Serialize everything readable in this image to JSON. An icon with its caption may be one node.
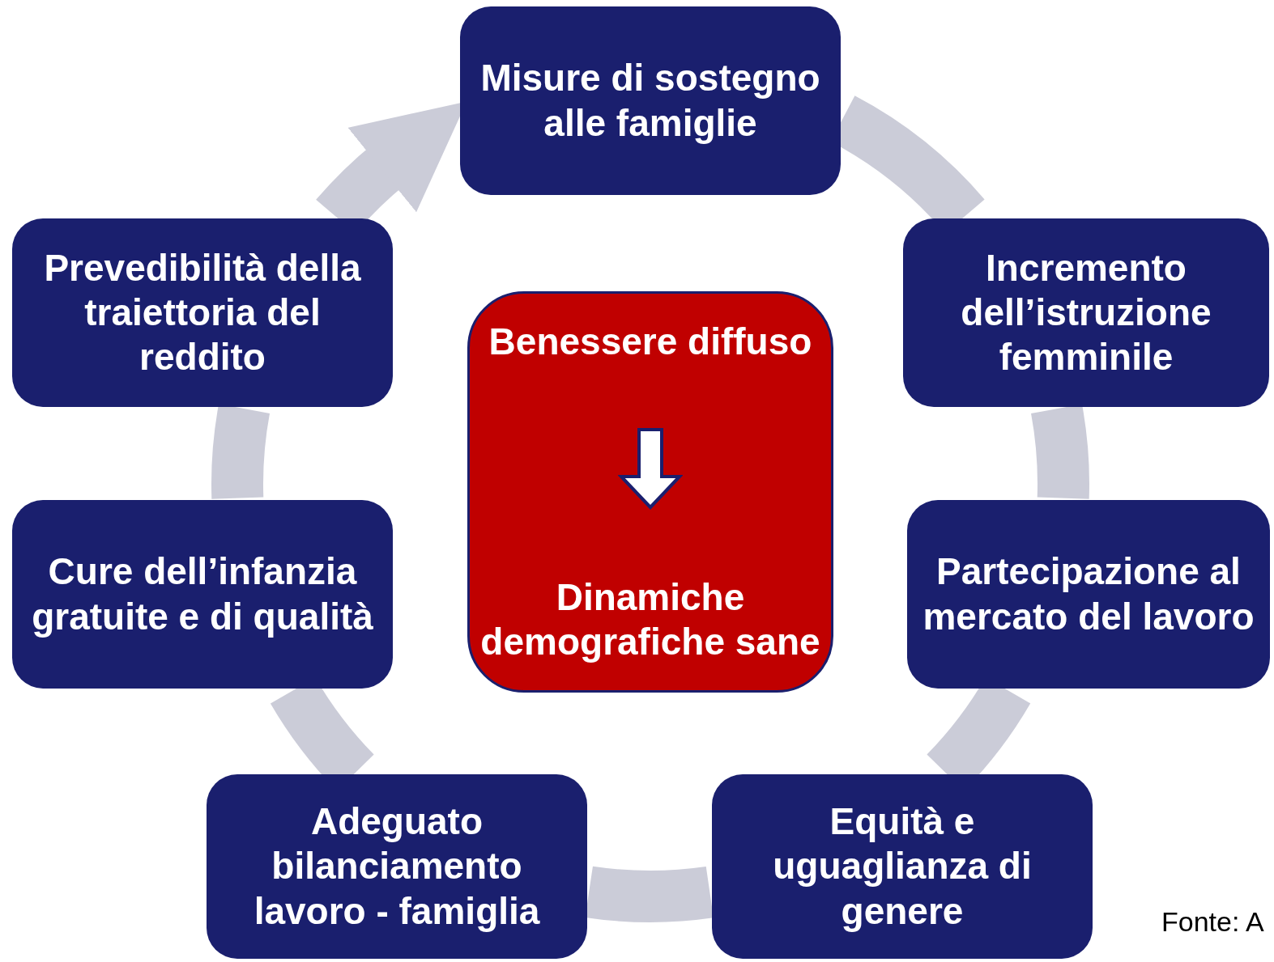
{
  "diagram": {
    "nodes": [
      {
        "text": [
          "Misure di sostegno alle famiglie"
        ]
      },
      {
        "text": [
          "Incremento dell’istruzione femminile"
        ]
      },
      {
        "text": [
          "Partecipazione al mercato del lavoro"
        ]
      },
      {
        "text": [
          "Equità e uguaglianza di genere"
        ]
      },
      {
        "text": [
          "Adeguato bilanciamento lavoro - famiglia"
        ]
      },
      {
        "text": [
          "Cure dell’infanzia gratuite e di qualità"
        ]
      },
      {
        "text": [
          "Prevedibilità della traiettoria del reddito"
        ]
      },
      {
        "text": [
          "Benessere diffuso",
          "Dinamiche demografiche sane"
        ]
      }
    ],
    "edges": [
      {
        "from": 0,
        "to": 1,
        "arrow": "none"
      },
      {
        "from": 1,
        "to": 2,
        "arrow": "none"
      },
      {
        "from": 2,
        "to": 3,
        "arrow": "none"
      },
      {
        "from": 3,
        "to": 4,
        "arrow": "none"
      },
      {
        "from": 4,
        "to": 5,
        "arrow": "none"
      },
      {
        "from": 5,
        "to": 6,
        "arrow": "none"
      },
      {
        "from": 6,
        "to": 0,
        "arrow": "to"
      }
    ],
    "labels": [
      "Fonte: A"
    ]
  }
}
